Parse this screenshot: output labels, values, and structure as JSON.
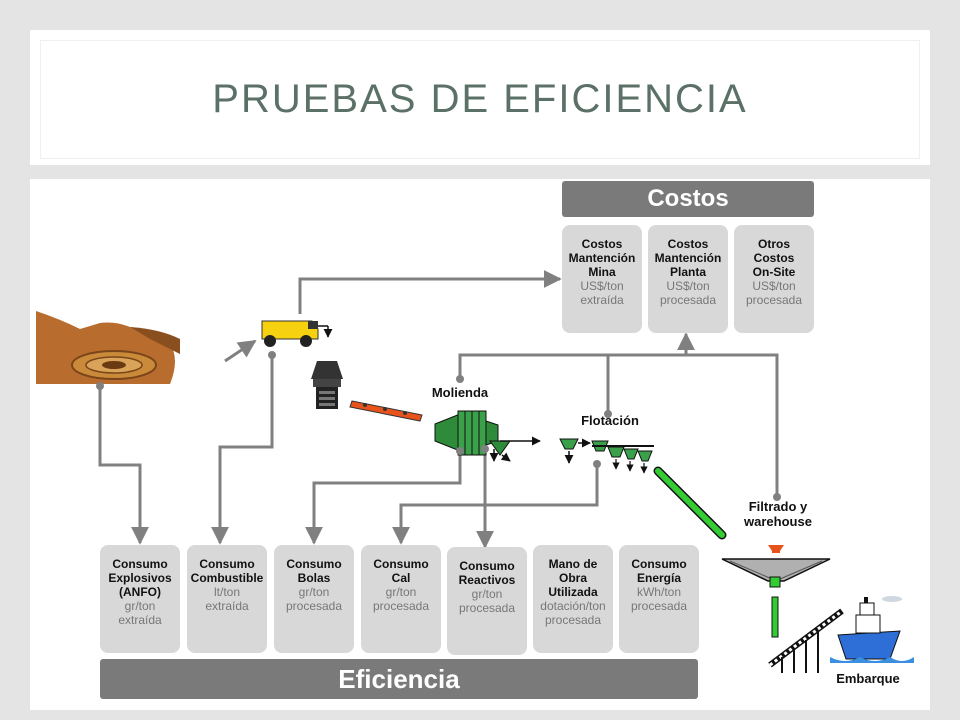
{
  "slide": {
    "title": "PRUEBAS DE EFICIENCIA"
  },
  "diagram": {
    "costos_header": "Costos",
    "eficiencia_header": "Eficiencia",
    "cost_boxes": [
      {
        "title": "Costos\nMantención\nMina",
        "unit": "US$/ton\nextraída"
      },
      {
        "title": "Costos\nMantención\nPlanta",
        "unit": "US$/ton\nprocesada"
      },
      {
        "title": "Otros\nCostos\nOn-Site",
        "unit": "US$/ton\nprocesada"
      }
    ],
    "efficiency_boxes": [
      {
        "title": "Consumo\nExplosivos\n(ANFO)",
        "unit": "gr/ton\nextraída"
      },
      {
        "title": "Consumo\nCombustible",
        "unit": "lt/ton\nextraída"
      },
      {
        "title": "Consumo\nBolas",
        "unit": "gr/ton\nprocesada"
      },
      {
        "title": "Consumo\nCal",
        "unit": "gr/ton\nprocesada"
      },
      {
        "title": "Consumo\nReactivos",
        "unit": "gr/ton\nprocesada"
      },
      {
        "title": "Mano de\nObra\nUtilizada",
        "unit": "dotación/ton\nprocesada"
      },
      {
        "title": "Consumo\nEnergía",
        "unit": "kWh/ton\nprocesada"
      }
    ],
    "process_labels": {
      "molienda": "Molienda",
      "flotacion": "Flotación",
      "filtrado": "Filtrado y\nwarehouse",
      "embarque": "Embarque"
    },
    "colors": {
      "banner": "#7a7a7a",
      "box": "#d8d8d8",
      "connector": "#808080",
      "title": "#5b7066",
      "mill_green": "#2e8b3a",
      "pipe_green": "#33cc33",
      "conveyor_orange": "#e8531c",
      "truck_yellow": "#f5d10f",
      "pit_brown": "#a8642a"
    }
  }
}
